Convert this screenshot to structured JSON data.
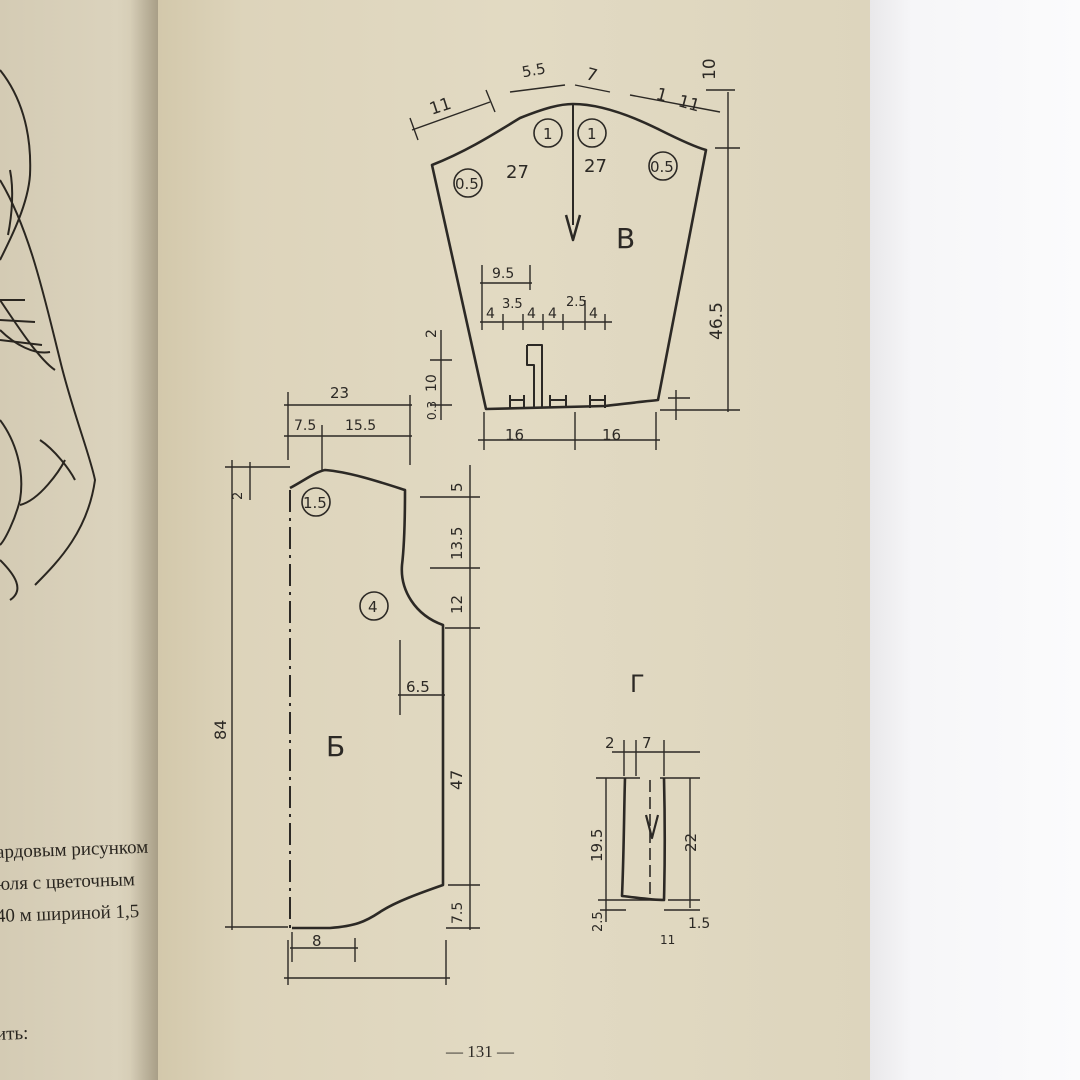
{
  "left_page": {
    "lines": [
      "ардовым рисунком",
      "юля с цветочным",
      "40 м шириной 1,5",
      "ить:"
    ]
  },
  "page_number": "— 131 —",
  "pattern_V": {
    "letter": "В",
    "circles": [
      "0.5",
      "1",
      "1",
      "0.5"
    ],
    "numbers": {
      "top_left_11": "11",
      "top_55": "5.5",
      "top_7": "7",
      "top_1": "1",
      "top_right_11": "11",
      "top_10": "10",
      "left_27": "27",
      "right_27": "27",
      "m95": "9.5",
      "m4a": "4",
      "m35": "3.5",
      "m4b": "4",
      "m4c": "4",
      "m25": "2.5",
      "m4d": "4",
      "side_465": "46.5",
      "bottom_16a": "16",
      "bottom_16b": "16",
      "s2": "2",
      "s10": "10",
      "s03": "0.3"
    }
  },
  "pattern_B": {
    "letter": "Б",
    "circles": [
      "1.5",
      "4"
    ],
    "numbers": {
      "top_23": "23",
      "top_75": "7.5",
      "top_155": "15.5",
      "left_2": "2",
      "left_84": "84",
      "r5": "5",
      "r135": "13.5",
      "r12": "12",
      "r65": "6.5",
      "r47": "47",
      "r75": "7.5",
      "b8": "8"
    }
  },
  "pattern_G": {
    "letter": "Г",
    "numbers": {
      "t2": "2",
      "t7": "7",
      "l195": "19.5",
      "r22": "22",
      "b25": "2.5",
      "b15": "1.5",
      "b11": "11"
    }
  }
}
